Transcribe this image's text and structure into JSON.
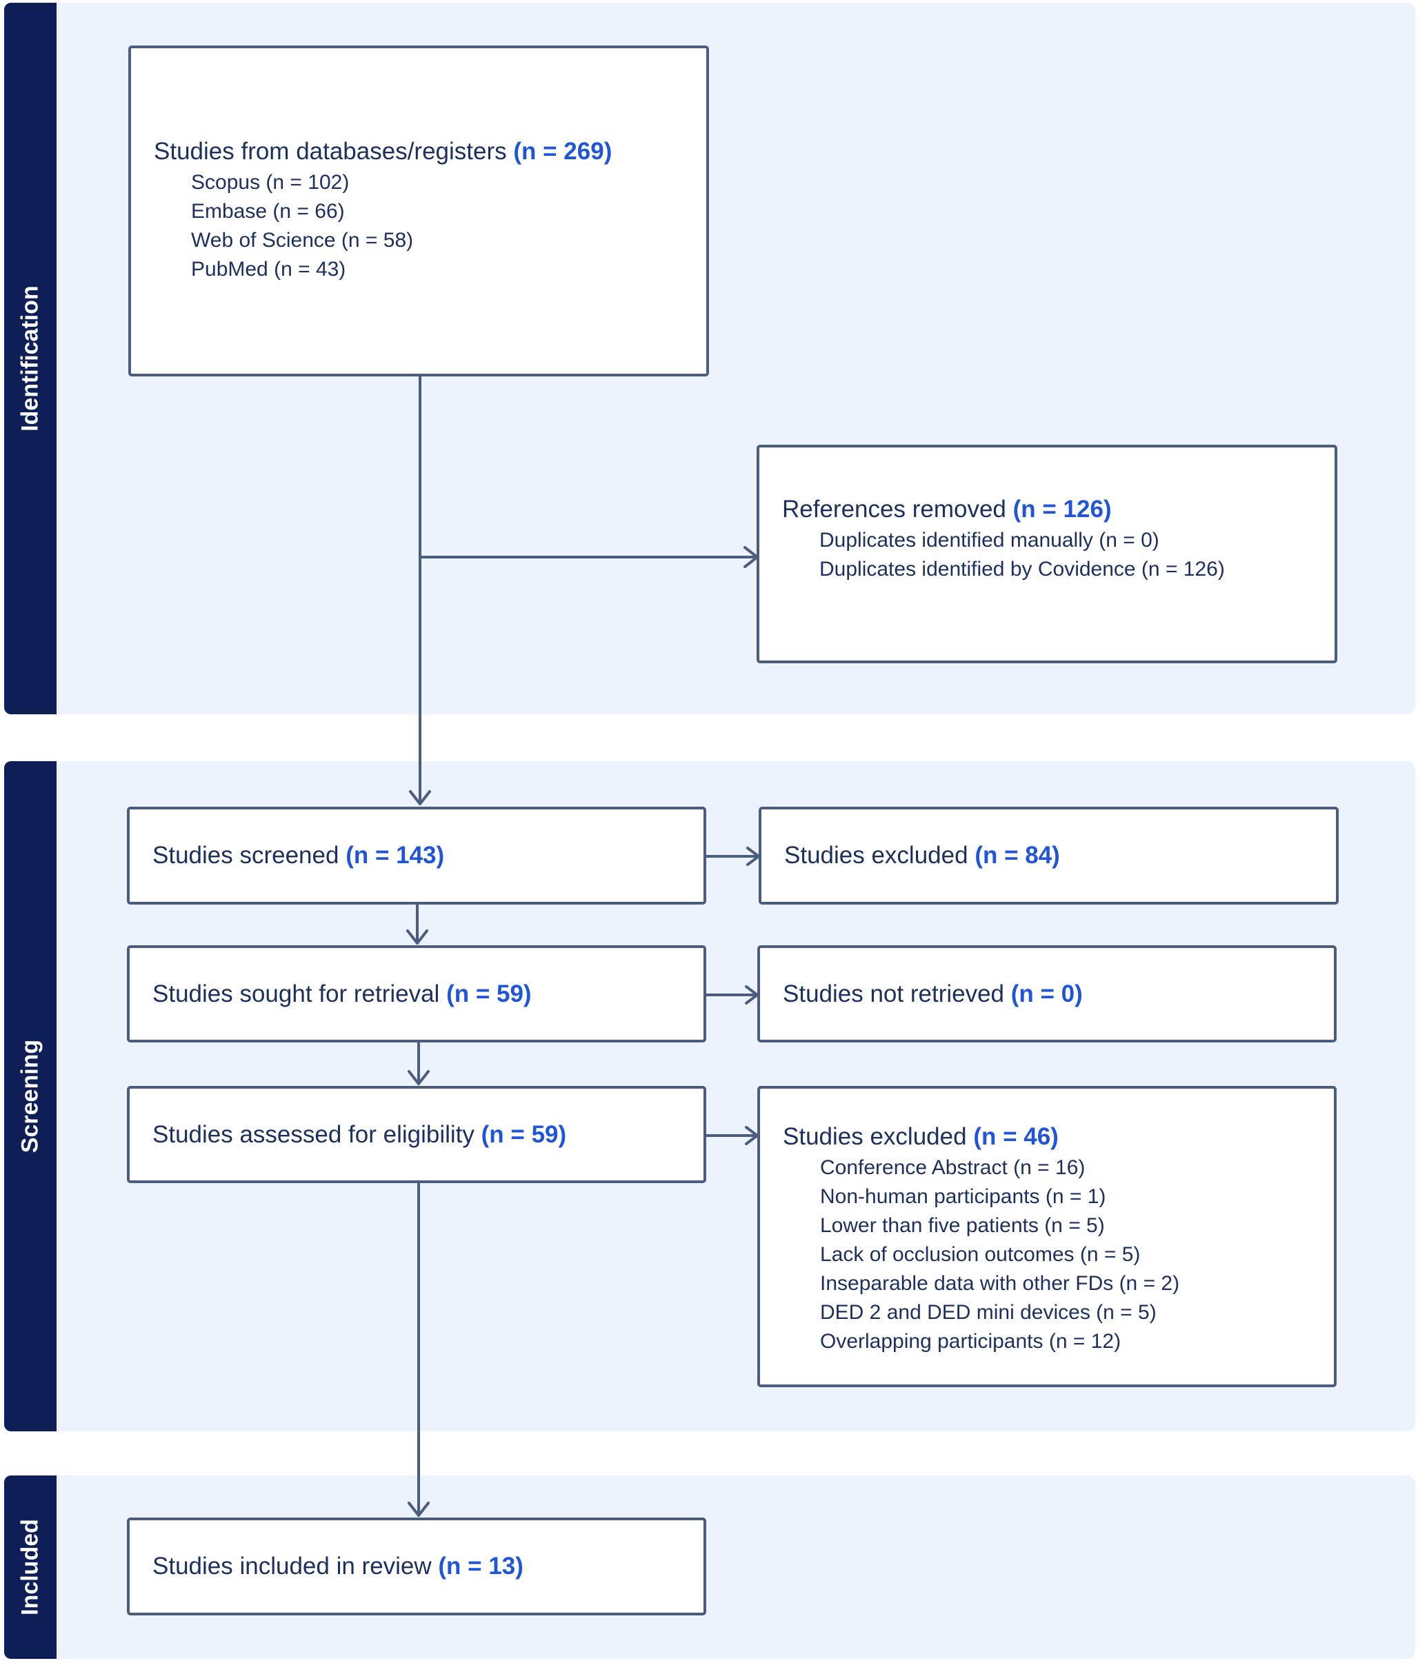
{
  "phases": {
    "identification": "Identification",
    "screening": "Screening",
    "included": "Included"
  },
  "records_identified": {
    "label": "Studies from databases/registers",
    "count": "(n = 269)",
    "sources": [
      "Scopus (n = 102)",
      "Embase (n = 66)",
      "Web of Science (n = 58)",
      "PubMed (n = 43)"
    ]
  },
  "references_removed": {
    "label": "References removed",
    "count": "(n = 126)",
    "details": [
      "Duplicates identified manually (n = 0)",
      "Duplicates identified by Covidence (n = 126)"
    ]
  },
  "screened": {
    "label": "Studies screened",
    "count": "(n = 143)"
  },
  "excluded_screening": {
    "label": "Studies excluded",
    "count": "(n = 84)"
  },
  "sought_retrieval": {
    "label": "Studies sought for retrieval",
    "count": "(n = 59)"
  },
  "not_retrieved": {
    "label": "Studies not retrieved",
    "count": "(n = 0)"
  },
  "assessed_eligibility": {
    "label": "Studies assessed for eligibility",
    "count": "(n = 59)"
  },
  "excluded_eligibility": {
    "label": "Studies excluded",
    "count": "(n = 46)",
    "reasons": [
      "Conference Abstract (n = 16)",
      "Non-human participants (n = 1)",
      "Lower than five patients (n = 5)",
      "Lack of occlusion outcomes (n = 5)",
      "Inseparable data with other FDs (n = 2)",
      "DED 2 and DED mini devices (n = 5)",
      "Overlapping participants (n = 12)"
    ]
  },
  "included_review": {
    "label": "Studies included in review",
    "count": "(n = 13)"
  },
  "colors": {
    "phase_bar": "#0d1f56",
    "panel_background": "#edf3fd",
    "box_border": "#4b5d7e",
    "count_text": "#1f55d6",
    "body_text": "#1c2f5e"
  }
}
